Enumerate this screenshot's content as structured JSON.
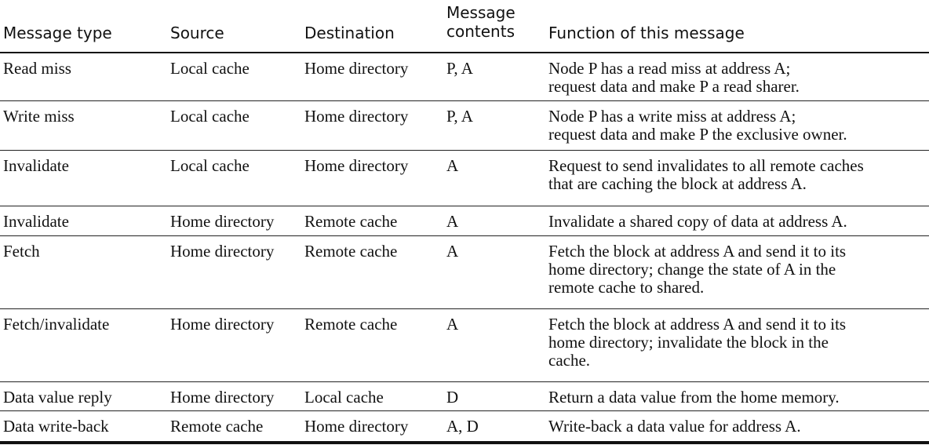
{
  "headers": {
    "message_type": "Message type",
    "source": "Source",
    "destination": "Destination",
    "contents": "Message\ncontents",
    "function": "Function of this message"
  },
  "rows": [
    {
      "type": "Read miss",
      "source": "Local cache",
      "destination": "Home directory",
      "contents": "P, A",
      "function": "Node P has a read miss at address A;\nrequest data and make P a read sharer."
    },
    {
      "type": "Write miss",
      "source": "Local cache",
      "destination": "Home directory",
      "contents": "P, A",
      "function": "Node P has a write miss at address A;\nrequest data and make P the exclusive owner."
    },
    {
      "type": "Invalidate",
      "source": "Local cache",
      "destination": "Home directory",
      "contents": "A",
      "function": "Request to send invalidates to all remote caches\nthat are caching the block at address A."
    },
    {
      "type": "Invalidate",
      "source": "Home directory",
      "destination": "Remote cache",
      "contents": "A",
      "function": "Invalidate a shared copy of data at address A."
    },
    {
      "type": "Fetch",
      "source": "Home directory",
      "destination": "Remote cache",
      "contents": "A",
      "function": "Fetch the block at address A and send it to its\nhome directory; change the state of A in the\nremote cache to shared."
    },
    {
      "type": "Fetch/invalidate",
      "source": "Home directory",
      "destination": "Remote cache",
      "contents": "A",
      "function": "Fetch the block at address A and send it to its\nhome directory; invalidate the block in the\ncache."
    },
    {
      "type": "Data value reply",
      "source": "Home directory",
      "destination": "Local cache",
      "contents": "D",
      "function": "Return a data value from the home memory."
    },
    {
      "type": "Data write-back",
      "source": "Remote cache",
      "destination": "Home directory",
      "contents": "A, D",
      "function": "Write-back a data value for address A."
    }
  ]
}
